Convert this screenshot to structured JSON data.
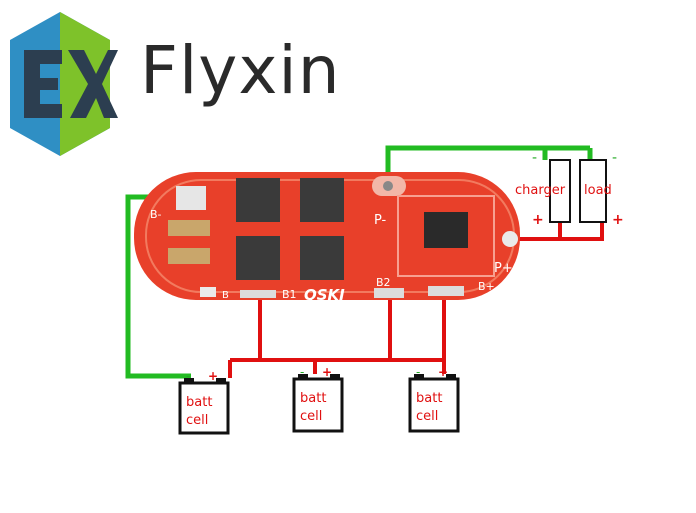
{
  "brand": {
    "name": "Flyxin",
    "logo_icon": "ex-hexagon-logo",
    "colors": {
      "blue": "#2f8fc4",
      "dark": "#2c3e50",
      "green": "#7ec22a"
    }
  },
  "board": {
    "marking": "QSKJ",
    "pad_labels": {
      "b_minus": "B-",
      "p_minus": "P-",
      "p_plus": "P+",
      "b1": "B1",
      "b2": "B2",
      "b_plus": "B+",
      "b_tag": "B"
    },
    "colors": {
      "pcb": "#e8402a",
      "mosfet": "#3a3a3a",
      "chip": "#2a2a2a"
    }
  },
  "outputs": {
    "charger": {
      "label": "charger",
      "minus": "-",
      "plus": "+"
    },
    "load": {
      "label": "load",
      "minus": "-",
      "plus": "+"
    }
  },
  "cells": [
    {
      "line1": "batt",
      "line2": "cell",
      "minus": "-",
      "plus": "+"
    },
    {
      "line1": "batt",
      "line2": "cell",
      "minus": "-",
      "plus": "+"
    },
    {
      "line1": "batt",
      "line2": "cell",
      "minus": "-",
      "plus": "+"
    }
  ],
  "wires": {
    "negative": "#22bb22",
    "positive": "#e01010"
  },
  "label_color": "#e01010"
}
